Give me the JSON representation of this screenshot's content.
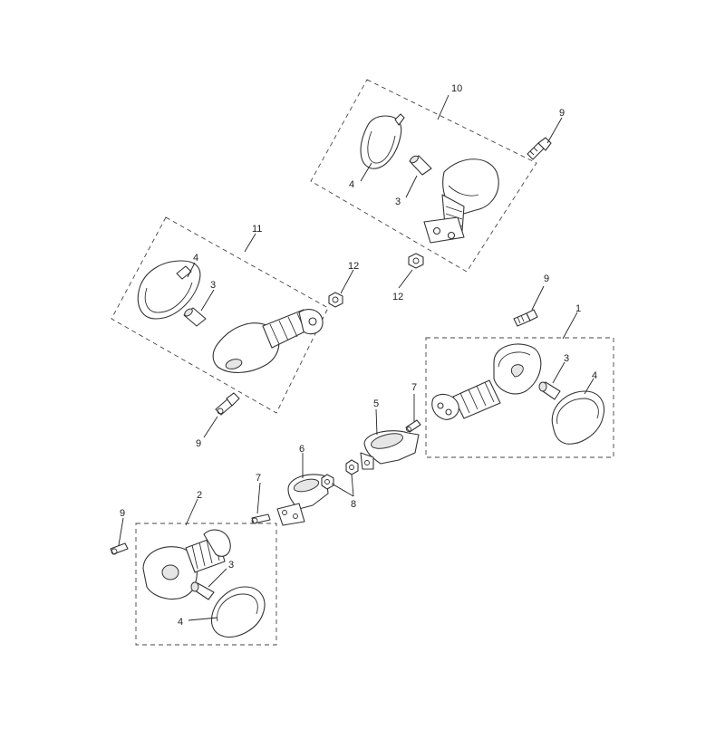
{
  "diagram": {
    "callouts": {
      "c1": "1",
      "c2": "2",
      "c3a": "3",
      "c3b": "3",
      "c3c": "3",
      "c3d": "3",
      "c4a": "4",
      "c4b": "4",
      "c4c": "4",
      "c4d": "4",
      "c5": "5",
      "c6": "6",
      "c7a": "7",
      "c7b": "7",
      "c8": "8",
      "c9a": "9",
      "c9b": "9",
      "c9c": "9",
      "c9d": "9",
      "c10": "10",
      "c11": "11",
      "c12a": "12",
      "c12b": "12"
    },
    "line_color": "#333333",
    "background": "#ffffff"
  }
}
